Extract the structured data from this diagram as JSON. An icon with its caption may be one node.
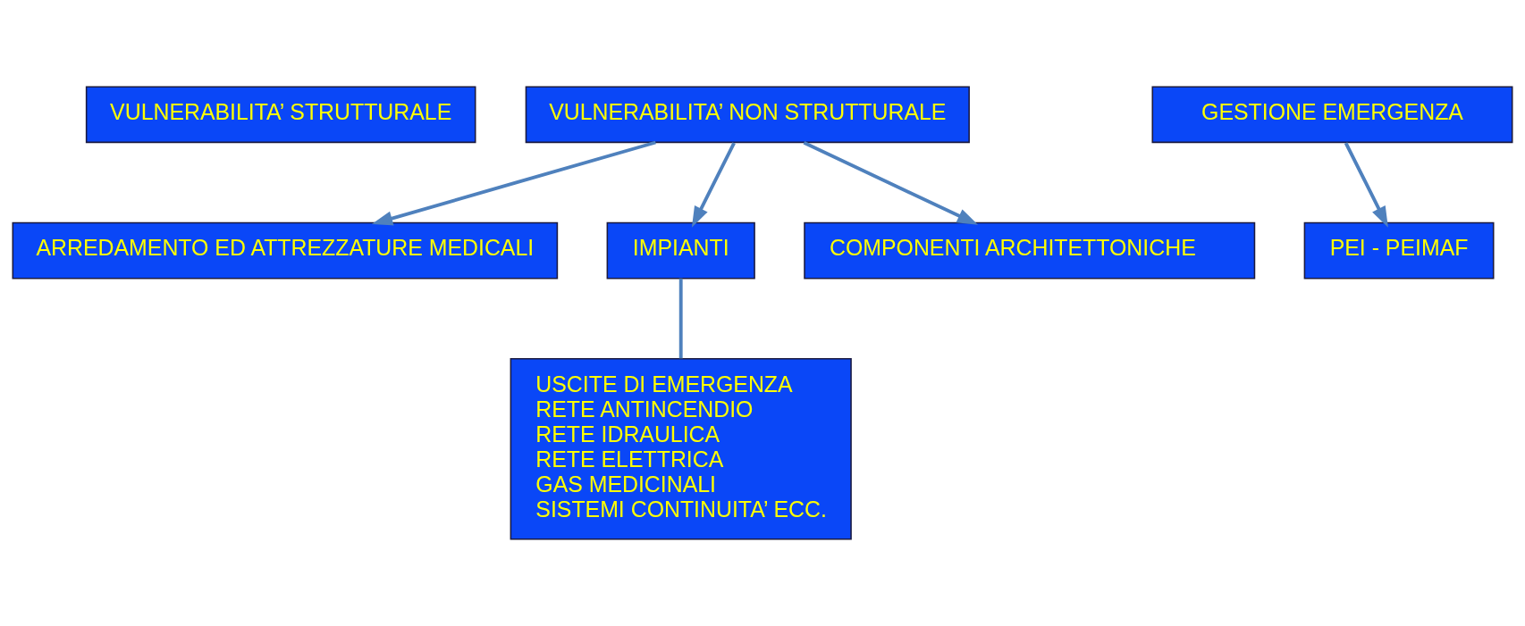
{
  "diagram": {
    "nodes": [
      {
        "text": [
          "VULNERABILITA’ STRUTTURALE"
        ]
      },
      {
        "text": [
          "VULNERABILITA’ NON STRUTTURALE"
        ]
      },
      {
        "text": [
          "GESTIONE EMERGENZA"
        ]
      },
      {
        "text": [
          "ARREDAMENTO ED ATTREZZATURE MEDICALI"
        ]
      },
      {
        "text": [
          "IMPIANTI"
        ]
      },
      {
        "text": [
          "COMPONENTI ARCHITETTONICHE"
        ]
      },
      {
        "text": [
          "USCITE DI EMERGENZA",
          "RETE ANTINCENDIO",
          "RETE IDRAULICA",
          "RETE ELETTRICA",
          "GAS MEDICINALI",
          "SISTEMI CONTINUITA’ ECC."
        ]
      },
      {
        "text": [
          "PEI - PEIMAF"
        ]
      }
    ],
    "edges": [
      {
        "from": 1,
        "to": 3,
        "arrow": "to"
      },
      {
        "from": 1,
        "to": 4,
        "arrow": "to"
      },
      {
        "from": 1,
        "to": 5,
        "arrow": "to"
      },
      {
        "from": 2,
        "to": 7,
        "arrow": "to"
      },
      {
        "from": 4,
        "to": 6,
        "arrow": "none"
      }
    ]
  }
}
